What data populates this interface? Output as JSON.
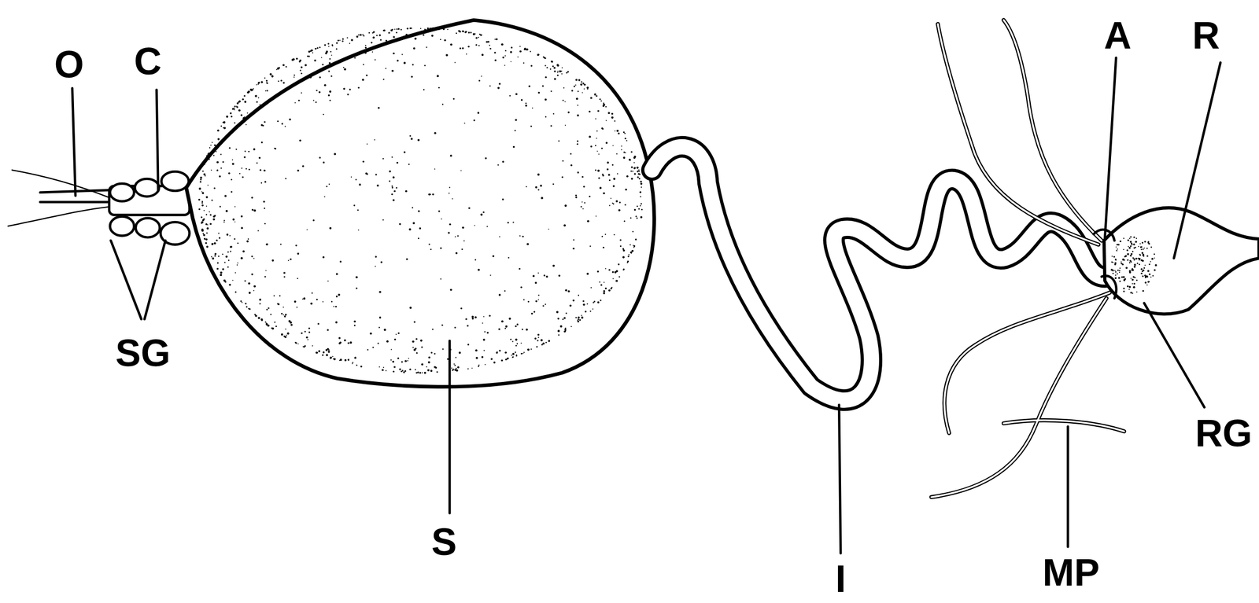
{
  "diagram": {
    "labels": [
      "O",
      "C",
      "SG",
      "S",
      "I",
      "A",
      "R",
      "RG",
      "MP"
    ]
  }
}
